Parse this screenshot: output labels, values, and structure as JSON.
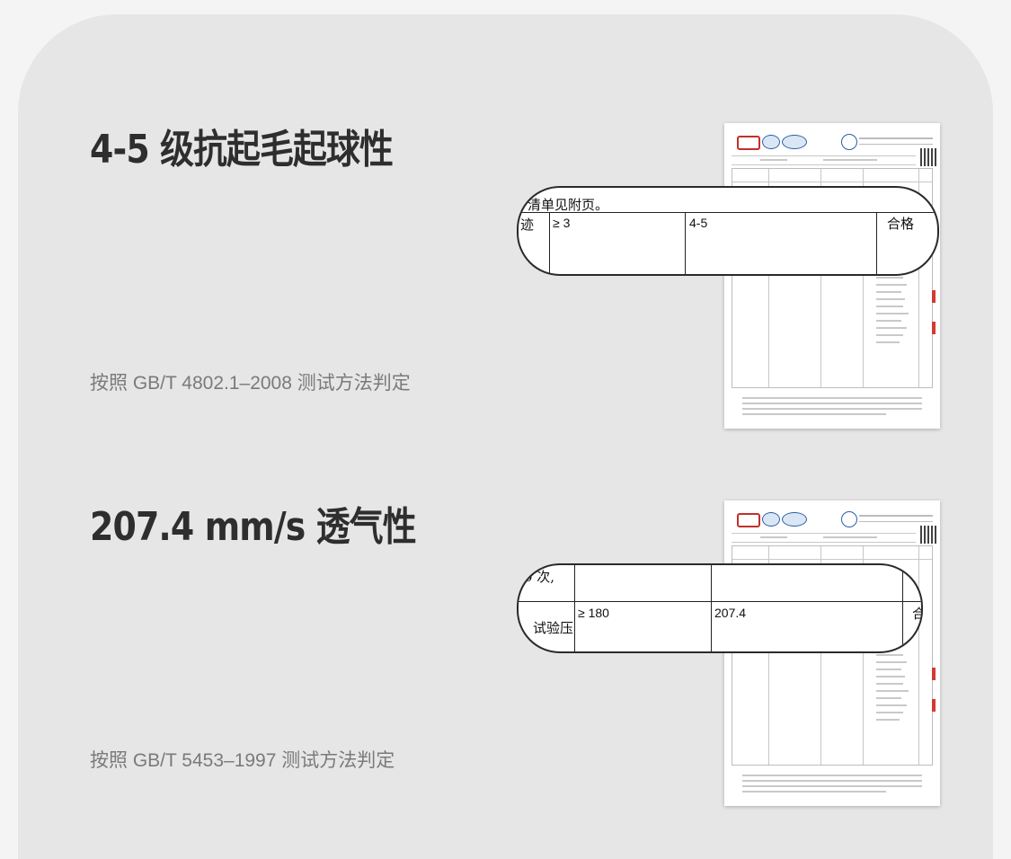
{
  "sections": [
    {
      "headline": "4-5 级抗起毛起球性",
      "subtitle": "按照 GB/T 4802.1–2008 测试方法判定",
      "zoom": {
        "row_top_text": "清单见附页。",
        "row_label": "迹",
        "requirement": "≥ 3",
        "result": "4-5",
        "verdict": "合格"
      }
    },
    {
      "headline": "207.4 mm/s  透气性",
      "subtitle": "按照 GB/T 5453–1997 测试方法判定",
      "zoom": {
        "row_top_text": "0 次,",
        "row_label": "试验压",
        "requirement": "≥ 180",
        "result": "207.4",
        "verdict": "合"
      }
    }
  ]
}
